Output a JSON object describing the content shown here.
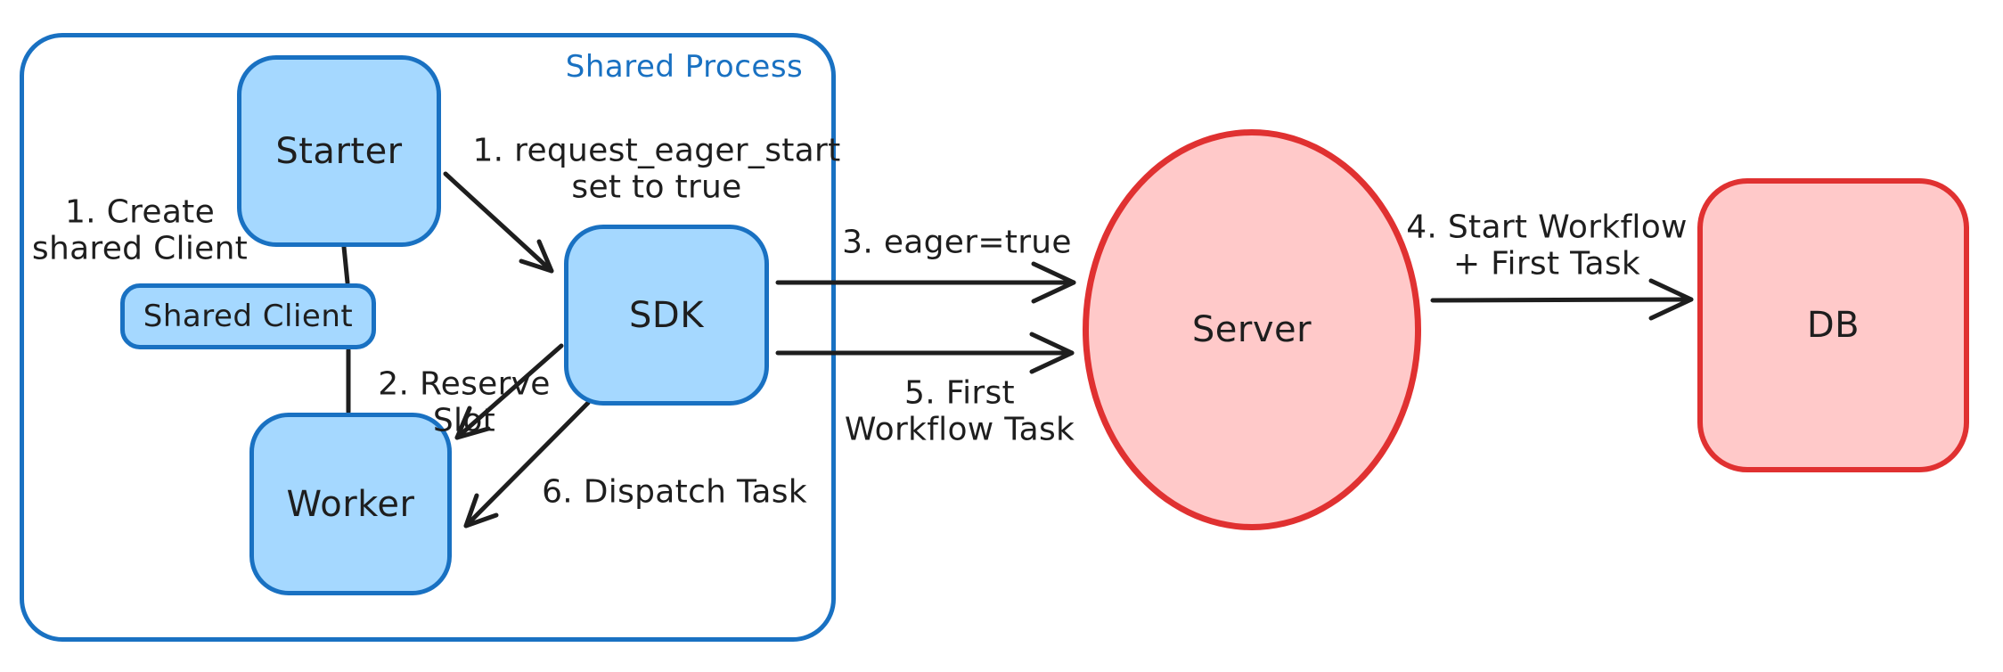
{
  "diagram": {
    "container_label": "Shared Process",
    "nodes": {
      "starter": "Starter",
      "shared_client": "Shared Client",
      "worker": "Worker",
      "sdk": "SDK",
      "server": "Server",
      "db": "DB"
    },
    "annotations": {
      "create_shared_client": "1. Create\nshared Client",
      "request_eager_start": "1. request_eager_start\nset to true",
      "reserve_slot": "2. Reserve\nSlot",
      "eager_true": "3. eager=true",
      "start_workflow": "4. Start Workflow\n+ First Task",
      "first_workflow_task": "5. First\nWorkflow Task",
      "dispatch_task": "6. Dispatch Task"
    },
    "colors": {
      "blue_stroke": "#1971c2",
      "blue_fill": "#a5d8ff",
      "red_stroke": "#e03131",
      "red_fill": "#ffc9c9",
      "ink": "#1e1e1e"
    }
  }
}
